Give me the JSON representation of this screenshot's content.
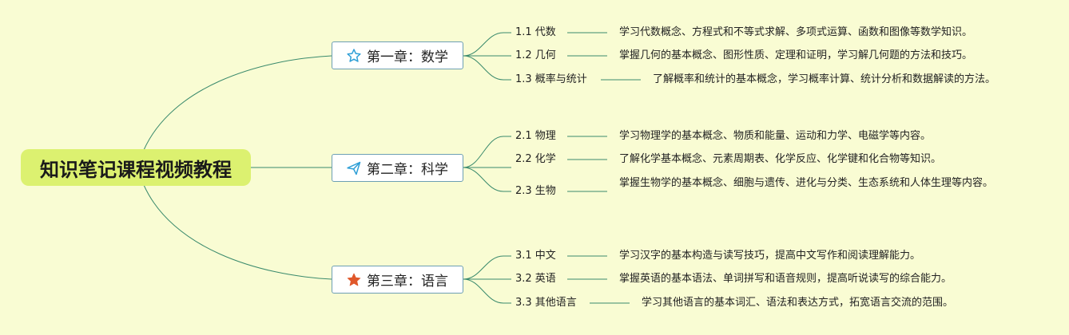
{
  "root": {
    "title": "知识笔记课程视频教程"
  },
  "chapters": [
    {
      "title": "第一章：数学",
      "icon": "star-outline-icon",
      "sections": [
        {
          "label": "1.1 代数",
          "desc": "学习代数概念、方程式和不等式求解、多项式运算、函数和图像等数学知识。"
        },
        {
          "label": "1.2 几何",
          "desc": "掌握几何的基本概念、图形性质、定理和证明，学习解几何题的方法和技巧。"
        },
        {
          "label": "1.3 概率与统计",
          "desc": "了解概率和统计的基本概念，学习概率计算、统计分析和数据解读的方法。"
        }
      ]
    },
    {
      "title": "第二章：科学",
      "icon": "paper-plane-icon",
      "sections": [
        {
          "label": "2.1 物理",
          "desc": "学习物理学的基本概念、物质和能量、运动和力学、电磁学等内容。"
        },
        {
          "label": "2.2 化学",
          "desc": "了解化学基本概念、元素周期表、化学反应、化学键和化合物等知识。"
        },
        {
          "label": "2.3 生物",
          "desc": "掌握生物学的基本概念、细胞与遗传、进化与分类、生态系统和人体生理等内容。"
        }
      ]
    },
    {
      "title": "第三章：语言",
      "icon": "star-filled-icon",
      "sections": [
        {
          "label": "3.1 中文",
          "desc": "学习汉字的基本构造与读写技巧，提高中文写作和阅读理解能力。"
        },
        {
          "label": "3.2 英语",
          "desc": "掌握英语的基本语法、单词拼写和语音规则，提高听说读写的综合能力。"
        },
        {
          "label": "3.3 其他语言",
          "desc": "学习其他语言的基本词汇、语法和表达方式，拓宽语言交流的范围。"
        }
      ]
    }
  ],
  "colors": {
    "background": "#f9fcd3",
    "root_fill": "#dcf170",
    "connector": "#3a8a6c",
    "chapter_border": "#6d9fb3",
    "star_outline": "#2f9fd6",
    "plane": "#2f9fd6",
    "star_filled": "#e0582b"
  }
}
